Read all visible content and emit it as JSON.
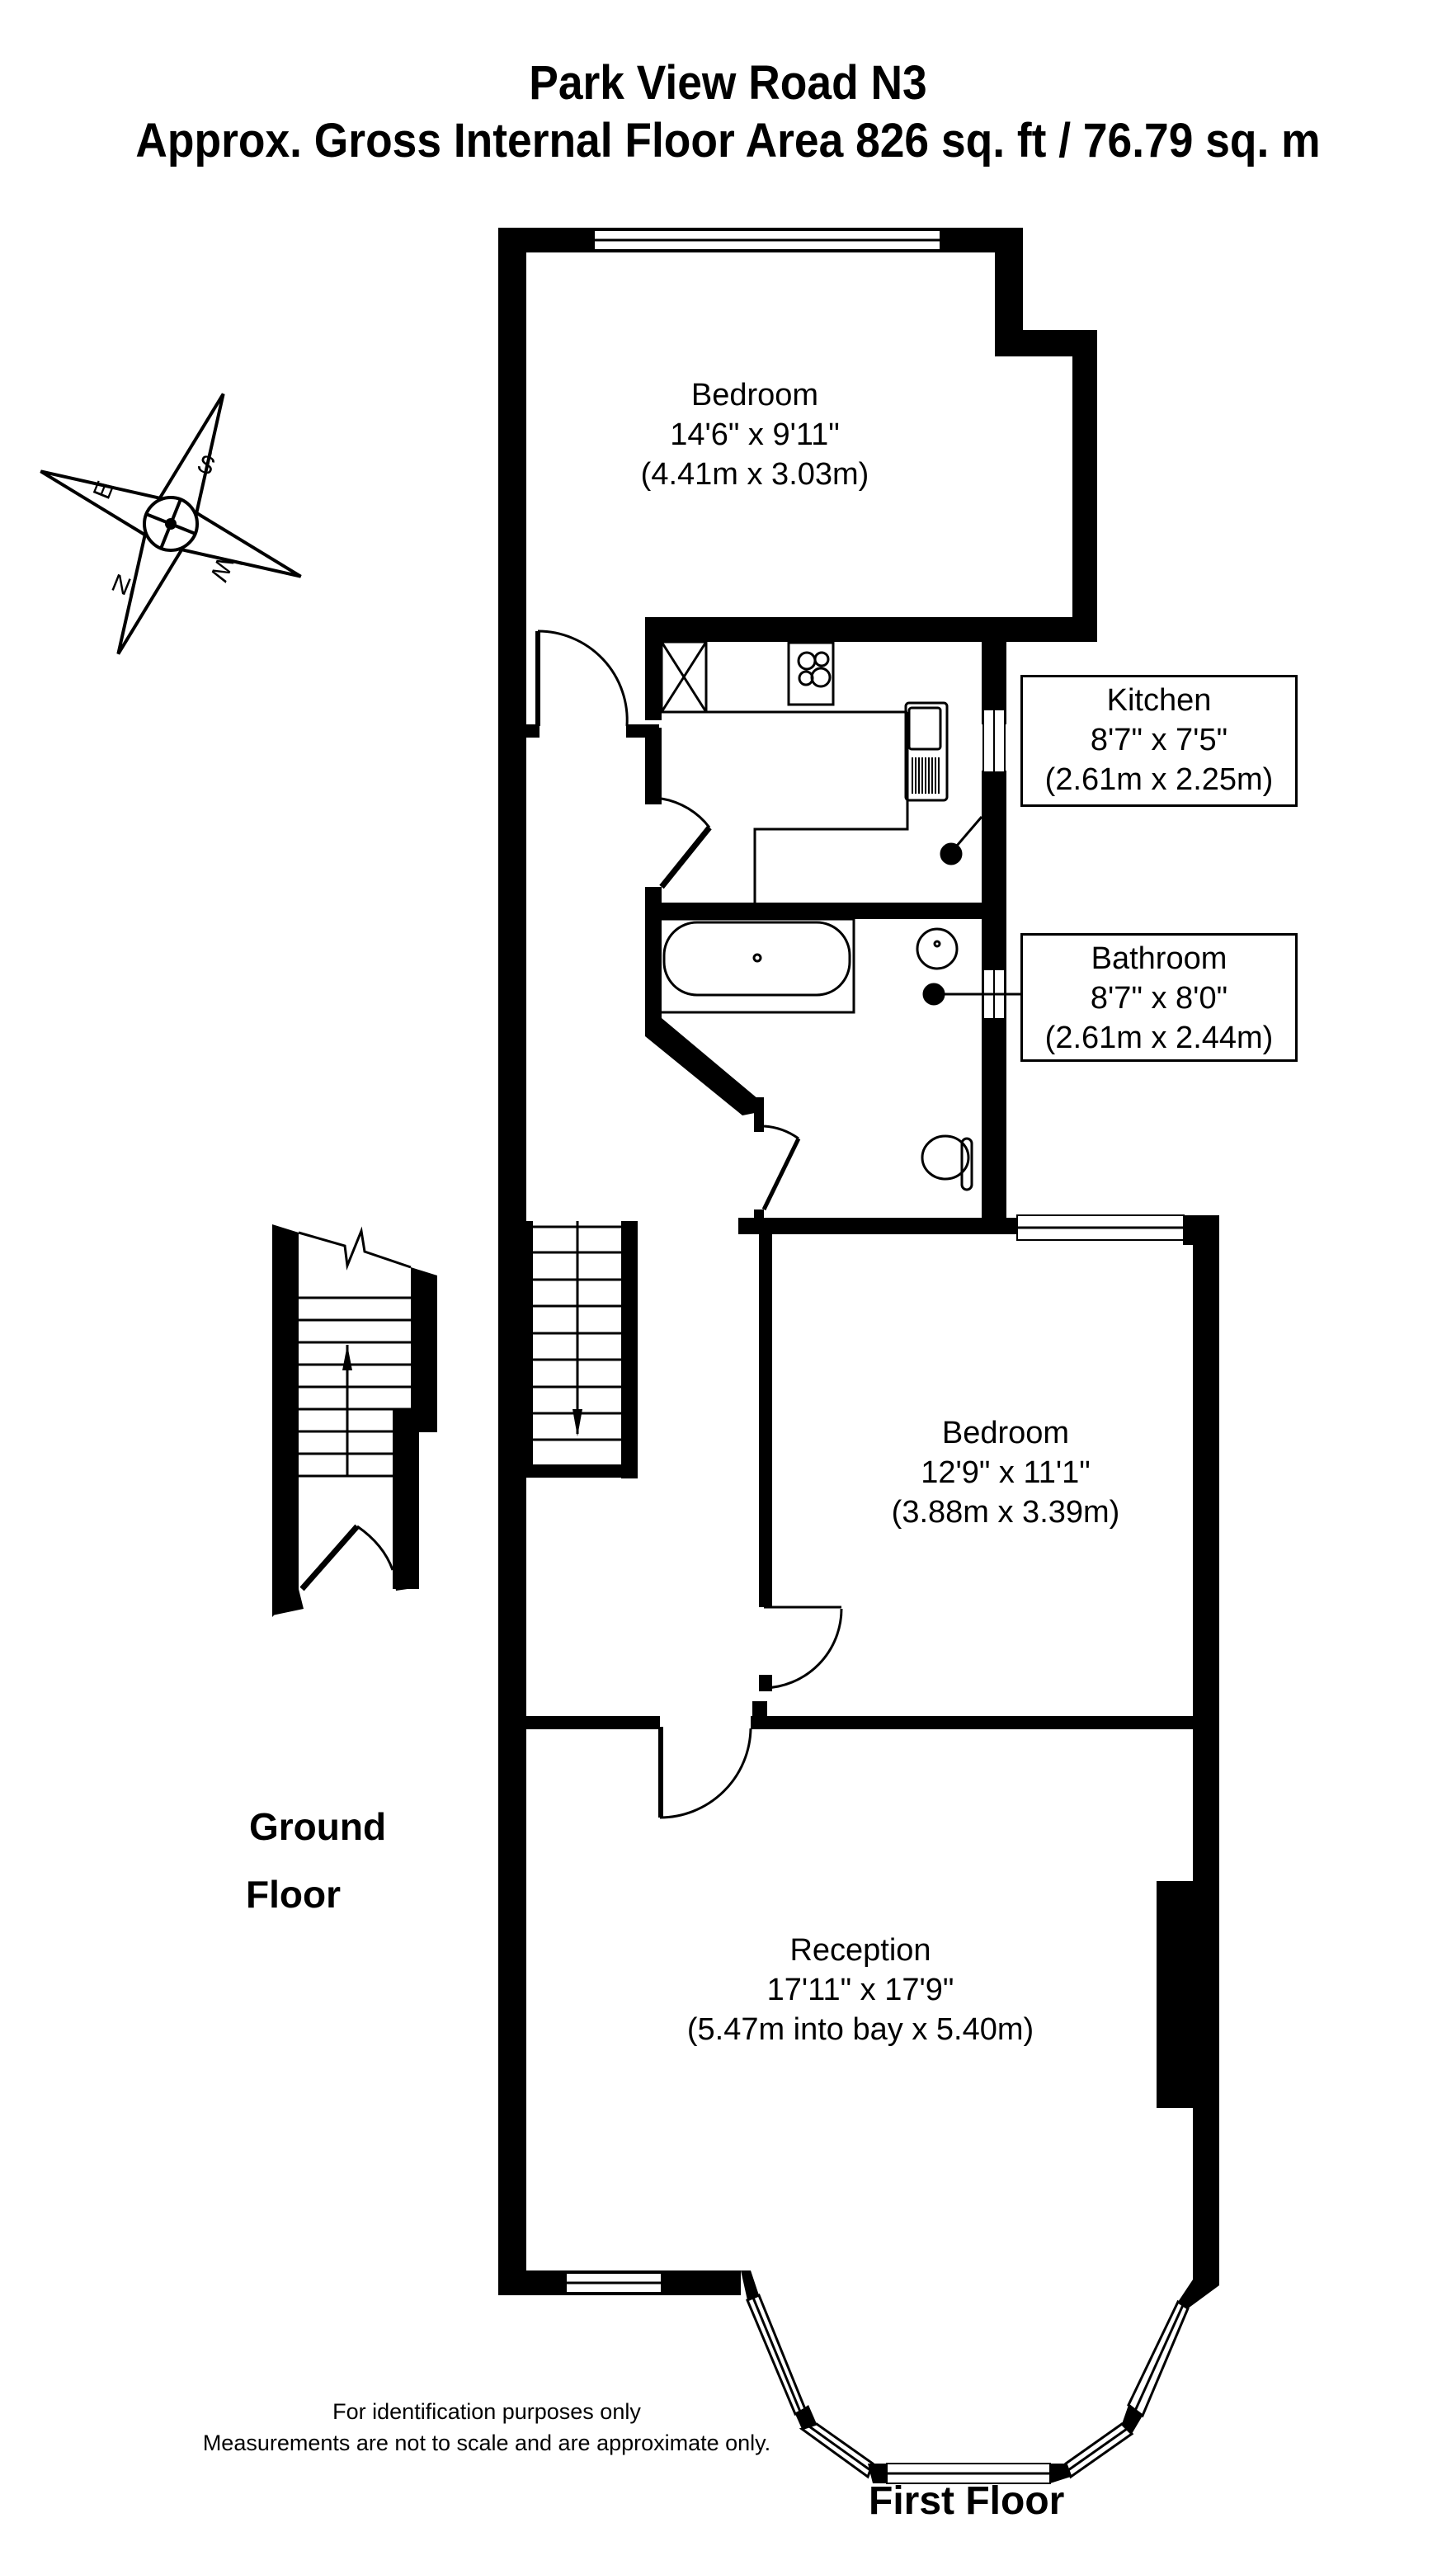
{
  "header": {
    "title": "Park View Road N3",
    "subtitle": "Approx. Gross Internal Floor Area 826 sq. ft / 76.79 sq. m"
  },
  "compass": {
    "icon": "compass-rose-icon",
    "labels": [
      "S",
      "W",
      "N",
      "E"
    ]
  },
  "rooms": [
    {
      "id": "bedroom-1",
      "name": "Bedroom",
      "imperial": "14'6\" x 9'11\"",
      "metric": "(4.41m x 3.03m)"
    },
    {
      "id": "kitchen",
      "name": "Kitchen",
      "imperial": "8'7\" x 7'5\"",
      "metric": "(2.61m x 2.25m)"
    },
    {
      "id": "bathroom",
      "name": "Bathroom",
      "imperial": "8'7\" x 8'0\"",
      "metric": "(2.61m x 2.44m)"
    },
    {
      "id": "bedroom-2",
      "name": "Bedroom",
      "imperial": "12'9\" x 11'1\"",
      "metric": "(3.88m x 3.39m)"
    },
    {
      "id": "reception",
      "name": "Reception",
      "imperial": "17'11\" x 17'9\"",
      "metric": "(5.47m into bay x 5.40m)"
    }
  ],
  "floors": {
    "ground": {
      "line1": "Ground",
      "line2": "Floor"
    },
    "first": {
      "label": "First Floor"
    }
  },
  "disclaimer": {
    "line1": "For identification purposes only",
    "line2": "Measurements are not to scale and are approximate only."
  },
  "colors": {
    "wall": "#000000",
    "background": "#ffffff"
  }
}
